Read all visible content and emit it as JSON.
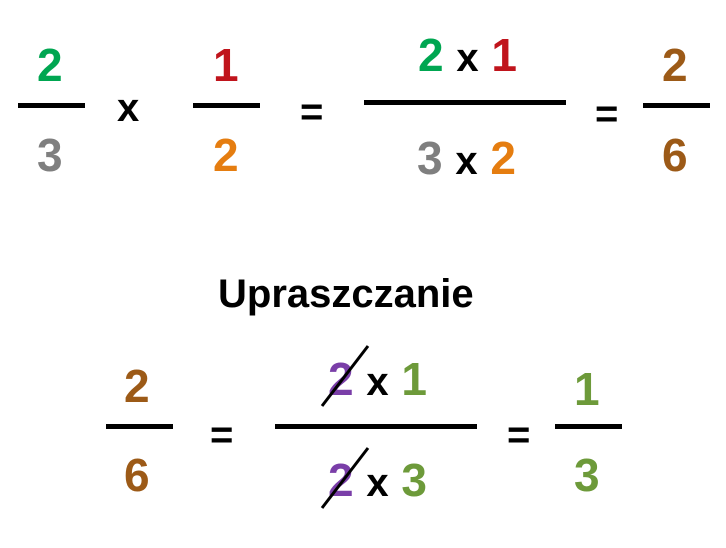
{
  "colors": {
    "green": "#00a651",
    "red": "#c0141c",
    "gray": "#7f7f7f",
    "orange": "#e57d10",
    "brown": "#9c5a17",
    "purple": "#7a3ea8",
    "olive": "#6d9a3a",
    "black": "#000000"
  },
  "row1": {
    "f1": {
      "num": "2",
      "den": "3"
    },
    "times": "x",
    "f2": {
      "num": "1",
      "den": "2"
    },
    "eq1": "=",
    "big": {
      "num_a": "2",
      "num_x": "x",
      "num_b": "1",
      "den_a": "3",
      "den_x": "x",
      "den_b": "2"
    },
    "eq2": "=",
    "result": {
      "num": "2",
      "den": "6"
    }
  },
  "section_title": "Upraszczanie",
  "row2": {
    "f1": {
      "num": "2",
      "den": "6"
    },
    "eq1": "=",
    "big": {
      "num_a": "2",
      "num_x": "x",
      "num_b": "1",
      "den_a": "2",
      "den_x": "x",
      "den_b": "3"
    },
    "eq2": "=",
    "result": {
      "num": "1",
      "den": "3"
    }
  }
}
